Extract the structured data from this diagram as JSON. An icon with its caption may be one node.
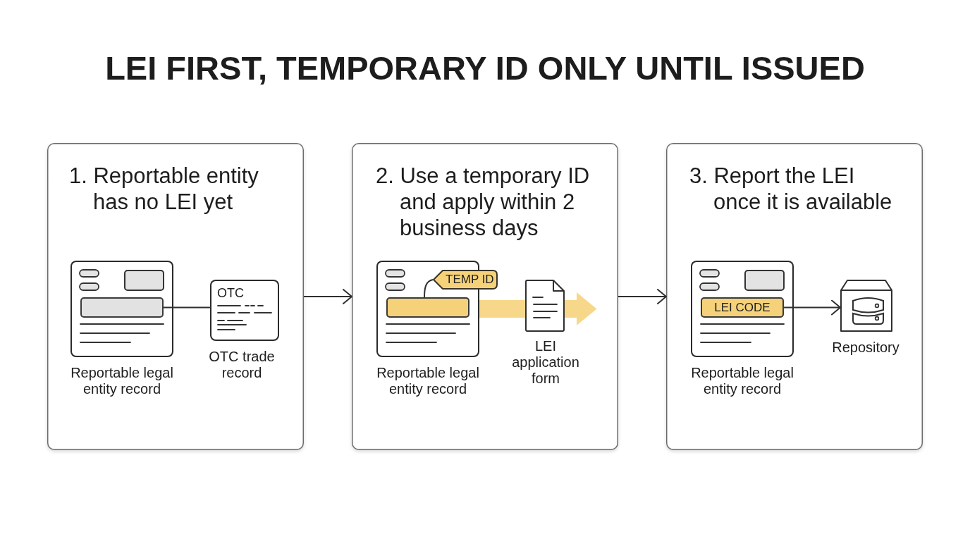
{
  "diagram": {
    "title": "LEI FIRST, TEMPORARY ID ONLY UNTIL ISSUED",
    "nodes": [
      {
        "text": [
          "1. Reportable entity has no LEI yet"
        ]
      },
      {
        "text": [],
        "shape": "box",
        "in": 0,
        "beside": [
          "Reportable legal entity record"
        ]
      },
      {
        "text": [],
        "shape": "bar",
        "in": 1
      },
      {
        "text": [
          "OTC"
        ],
        "in": 0,
        "beside": [
          "OTC trade record"
        ]
      },
      {
        "text": [
          "2. Use a temporary ID and apply within 2 business days"
        ]
      },
      {
        "text": [],
        "shape": "box",
        "in": 4,
        "beside": [
          "Reportable legal entity record"
        ]
      },
      {
        "text": [
          "TEMP ID"
        ],
        "in": 4
      },
      {
        "text": [],
        "shape": "bar",
        "in": 5
      },
      {
        "text": [],
        "shape": "picture",
        "in": 4,
        "beside": [
          "LEI application form"
        ]
      },
      {
        "text": [
          "3. Report the LEI once it is available"
        ]
      },
      {
        "text": [],
        "shape": "box",
        "in": 9,
        "beside": [
          "Reportable legal entity record"
        ]
      },
      {
        "text": [
          "LEI CODE"
        ],
        "in": 10
      },
      {
        "text": [],
        "shape": "picture",
        "in": 9,
        "beside": [
          "Repository"
        ]
      }
    ],
    "edges": [
      {
        "from": 2,
        "to": 3,
        "arrow": "none"
      },
      {
        "from": 0,
        "to": 4,
        "arrow": "to"
      },
      {
        "from": 4,
        "to": 9,
        "arrow": "to"
      },
      {
        "from": 6,
        "to": 7,
        "arrow": "none"
      },
      {
        "from": 5,
        "to": 8,
        "arrow": "to",
        "style": "thick",
        "color": "#f7d88a"
      },
      {
        "from": 11,
        "to": 12,
        "arrow": "to"
      }
    ]
  }
}
